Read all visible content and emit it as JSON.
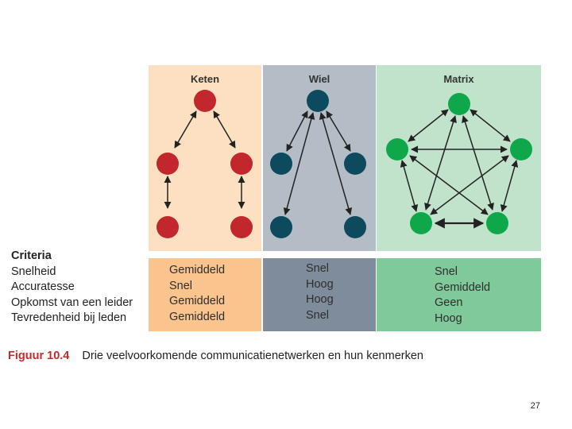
{
  "networks": [
    {
      "title": "Keten",
      "values": [
        "Gemiddeld",
        "Snel",
        "Gemiddeld",
        "Gemiddeld"
      ],
      "node_color": "#c1272d",
      "panel_color": "#fde0c2",
      "value_color": "#f9c48e"
    },
    {
      "title": "Wiel",
      "values": [
        "Snel",
        "Hoog",
        "Hoog",
        "Snel"
      ],
      "node_color": "#0d4a5e",
      "panel_color": "#b4bcc6",
      "value_color": "#7e8c9b"
    },
    {
      "title": "Matrix",
      "values": [
        "Snel",
        "Gemiddeld",
        "Geen",
        "Hoog"
      ],
      "node_color": "#0ea84b",
      "panel_color": "#c2e3cb",
      "value_color": "#80c99a"
    }
  ],
  "criteria": {
    "heading": "Criteria",
    "items": [
      "Snelheid",
      "Accuratesse",
      "Opkomst van een leider",
      "Tevredenheid bij leden"
    ]
  },
  "caption": {
    "label": "Figuur 10.4",
    "text": "Drie veelvoorkomende communicatienetwerken en hun kenmerken"
  },
  "page_number": "27"
}
